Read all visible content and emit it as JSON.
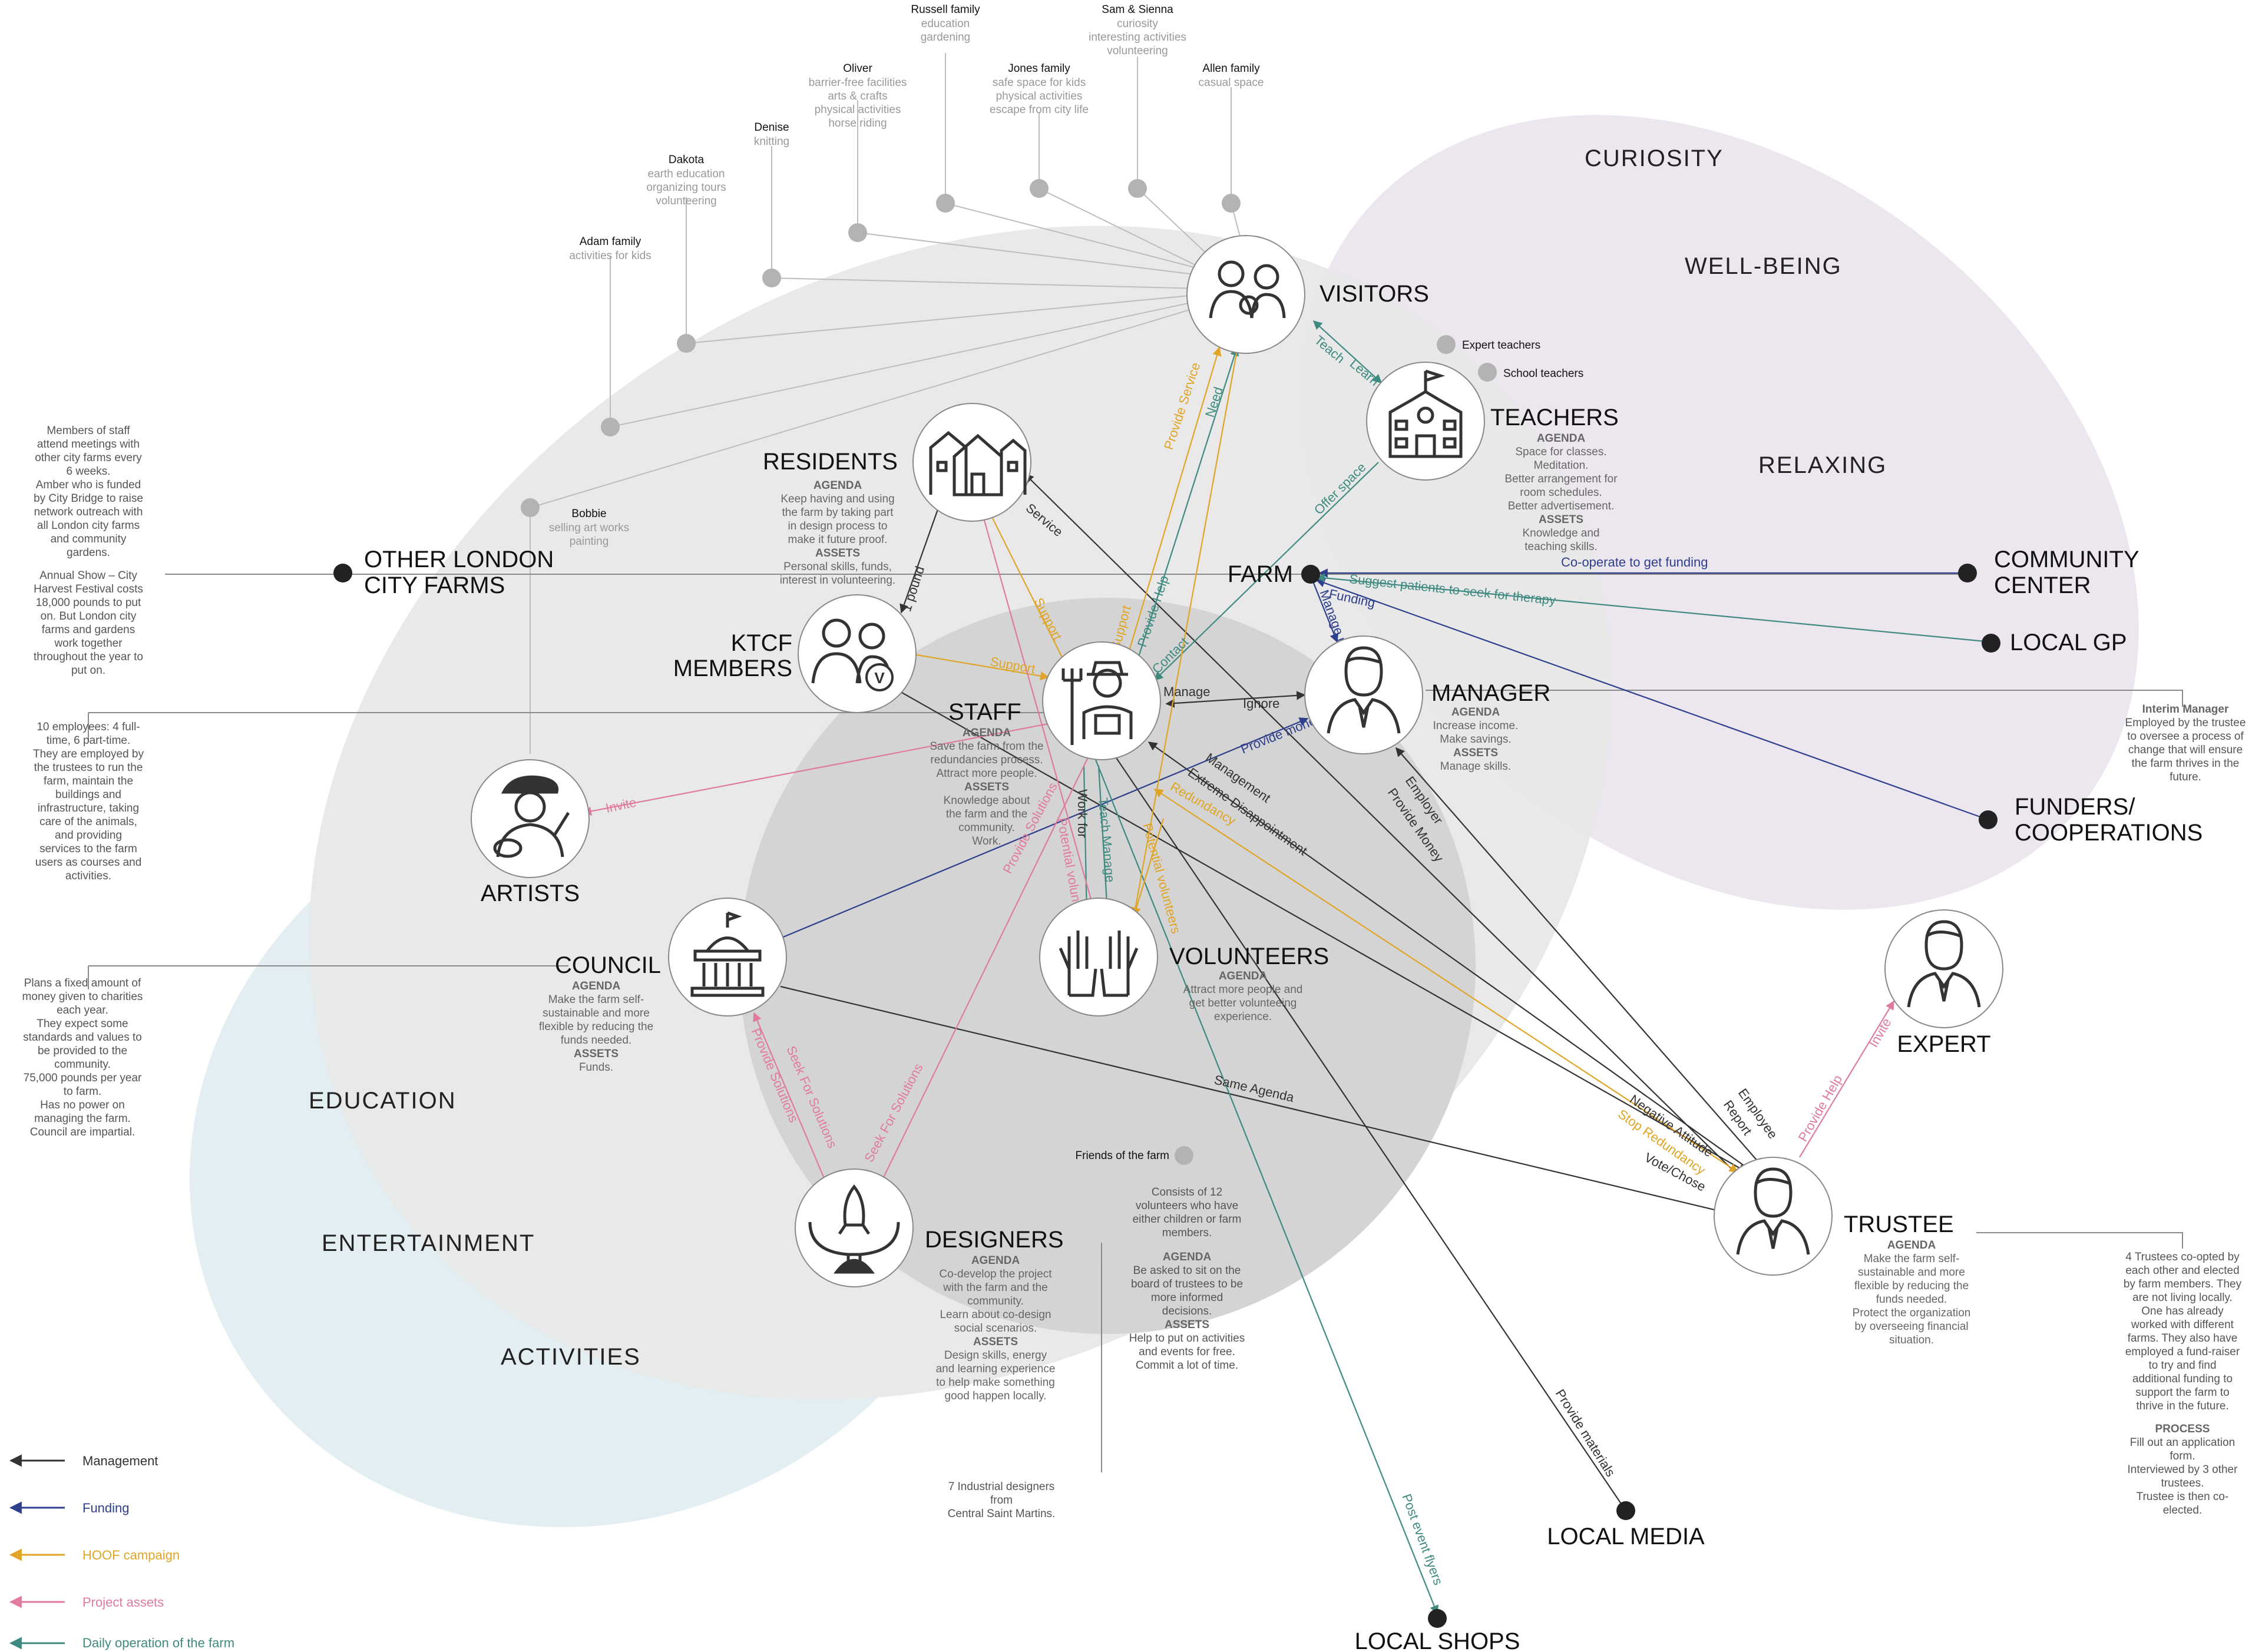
{
  "colors": {
    "management": "#333333",
    "funding": "#2e3f8c",
    "hoof": "#e0a526",
    "project": "#e07a9f",
    "daily": "#3f8a80",
    "zone_visitors": "#e6e6e6",
    "zone_core": "#d2d2d2",
    "zone_purple": "#ece6ef",
    "zone_blue": "#e3eef2"
  },
  "zones": {
    "curiosity": "CURIOSITY",
    "wellbeing": "WELL-BEING",
    "relaxing": "RELAXING",
    "education": "EDUCATION",
    "entertainment": "ENTERTAINMENT",
    "activities": "ACTIVITIES"
  },
  "actors": {
    "visitors": {
      "label": "VISITORS",
      "icon": "family-icon"
    },
    "teachers": {
      "label": "TEACHERS",
      "icon": "school-icon",
      "agenda_head": "AGENDA",
      "agenda": [
        "Space for classes.",
        "Meditation.",
        "Better arrangement for",
        "room schedules.",
        "Better advertisement."
      ],
      "assets_head": "ASSETS",
      "assets": [
        "Knowledge and",
        "teaching skills."
      ]
    },
    "residents": {
      "label": "RESIDENTS",
      "icon": "houses-icon",
      "agenda_head": "AGENDA",
      "agenda": [
        "Keep having and using",
        "the farm by taking part",
        "in design process to",
        "make it future proof."
      ],
      "assets_head": "ASSETS",
      "assets": [
        "Personal skills, funds,",
        "interest in volunteering."
      ]
    },
    "ktcf": {
      "label_1": "KTCF",
      "label_2": "MEMBERS",
      "icon": "members-icon",
      "badge": "V"
    },
    "staff": {
      "label": "STAFF",
      "icon": "farmer-icon",
      "agenda_head": "AGENDA",
      "agenda": [
        "Save the farm from the",
        "redundancies process.",
        "Attract more people."
      ],
      "assets_head": "ASSETS",
      "assets": [
        "Knowledge about",
        "the farm and the",
        "community.",
        "Work."
      ]
    },
    "manager": {
      "label": "MANAGER",
      "icon": "manager-icon",
      "agenda_head": "AGENDA",
      "agenda": [
        "Increase income.",
        "Make savings."
      ],
      "assets_head": "ASSETS",
      "assets": [
        "Manage skills."
      ]
    },
    "artists": {
      "label": "ARTISTS",
      "icon": "artist-icon"
    },
    "council": {
      "label": "COUNCIL",
      "icon": "council-building-icon",
      "agenda_head": "AGENDA",
      "agenda": [
        "Make the farm self-",
        "sustainable and more",
        "flexible by reducing the",
        "funds needed."
      ],
      "assets_head": "ASSETS",
      "assets": [
        "Funds."
      ]
    },
    "volunteers": {
      "label": "VOLUNTEERS",
      "icon": "raised-hands-icon",
      "agenda_head": "AGENDA",
      "agenda": [
        "Attract more people and",
        "get better volunteeing",
        "experience."
      ]
    },
    "designers": {
      "label": "DESIGNERS",
      "icon": "rocket-book-icon",
      "agenda_head": "AGENDA",
      "agenda": [
        "Co-develop the project",
        "with the farm and the",
        "community.",
        "Learn about co-design",
        "social scenarios."
      ],
      "assets_head": "ASSETS",
      "assets": [
        "Design skills, energy",
        "and learning experience",
        "to help make something",
        "good happen locally."
      ]
    },
    "expert": {
      "label": "EXPERT",
      "icon": "expert-icon"
    },
    "trustee": {
      "label": "TRUSTEE",
      "icon": "trustee-icon",
      "agenda_head": "AGENDA",
      "agenda": [
        "Make the farm self-",
        "sustainable and more",
        "flexible by reducing the",
        "funds needed.",
        "Protect the organization",
        "by overseeing financial",
        "situation."
      ]
    }
  },
  "nodes": {
    "farm": "FARM",
    "other_london_1": "OTHER LONDON",
    "other_london_2": "CITY FARMS",
    "community_1": "COMMUNITY",
    "community_2": "CENTER",
    "local_gp": "LOCAL GP",
    "funders_1": "FUNDERS/",
    "funders_2": "COOPERATIONS",
    "local_media": "LOCAL MEDIA",
    "local_shops": "LOCAL SHOPS"
  },
  "personas": [
    {
      "name": "Russell family",
      "desc": [
        "education",
        "gardening"
      ]
    },
    {
      "name": "Sam & Sienna",
      "desc": [
        "curiosity",
        "interesting activities",
        "volunteering"
      ]
    },
    {
      "name": "Oliver",
      "desc": [
        "barrier-free facilities",
        "arts & crafts",
        "physical activities",
        "horse riding"
      ]
    },
    {
      "name": "Jones family",
      "desc": [
        "safe space for kids",
        "physical activities",
        "escape from city life"
      ]
    },
    {
      "name": "Allen family",
      "desc": [
        "casual space"
      ]
    },
    {
      "name": "Denise",
      "desc": [
        "knitting"
      ]
    },
    {
      "name": "Dakota",
      "desc": [
        "earth education",
        "organizing tours",
        "volunteering"
      ]
    },
    {
      "name": "Adam family",
      "desc": [
        "activities for kids"
      ]
    },
    {
      "name": "Bobbie",
      "desc": [
        "selling art works",
        "painting"
      ]
    }
  ],
  "teacher_types": {
    "expert": "Expert teachers",
    "school": "School teachers"
  },
  "friends_of_farm": "Friends of the farm",
  "notes": {
    "other_farms": [
      "Members of staff",
      "attend meetings with",
      "other city farms every",
      "6 weeks.",
      "Amber who is funded",
      "by City Bridge to raise",
      "network outreach with",
      "all London city farms",
      "and community",
      "gardens.",
      "Annual Show – City",
      "Harvest Festival costs",
      "18,000 pounds to put",
      "on. But London city",
      "farms and gardens",
      "work together",
      "throughout the year to",
      "put on."
    ],
    "staff": [
      "10 employees: 4 full-",
      "time, 6 part-time.",
      "They are employed by",
      "the trustees to run the",
      "farm, maintain the",
      "buildings and",
      "infrastructure, taking",
      "care of the animals,",
      "and providing",
      "services to the farm",
      "users as courses and",
      "activities."
    ],
    "council": [
      "Plans a fixed amount of",
      "money given to charities",
      "each year.",
      "They expect some",
      "standards and values to",
      "be provided to the",
      "community.",
      "75,000 pounds per year",
      "to farm.",
      "Has no power on",
      "managing the farm.",
      "Council are impartial."
    ],
    "manager_head": "Interim Manager",
    "manager": [
      "Employed by the trustee",
      "to oversee a process of",
      "change that will ensure",
      "the farm thrives in the",
      "future."
    ],
    "volunteers": [
      "Consists of 12",
      "volunteers who have",
      "either children or farm",
      "members."
    ],
    "volunteers_agenda_head": "AGENDA",
    "volunteers_agenda": [
      "Be asked to sit on  the",
      "board of trustees to be",
      "more informed",
      "decisions."
    ],
    "volunteers_assets_head": "ASSETS",
    "volunteers_assets": [
      "Help to put on activities",
      "and events for free.",
      "Commit a lot of time."
    ],
    "designers": [
      "7 Industrial designers",
      "from",
      "Central Saint Martins."
    ],
    "trustee": [
      "4 Trustees co-opted by",
      "each other and elected",
      "by farm members. They",
      "are not living locally.",
      "One has already",
      "worked with different",
      "farms. They also have",
      "employed a fund-raiser",
      "to try and find",
      "additional funding to",
      "support the farm to",
      "thrive in the future."
    ],
    "trustee_process_head": "PROCESS",
    "trustee_process": [
      "Fill out an application",
      "form.",
      "Interviewed by 3 other",
      "trustees.",
      "Trustee is then co-",
      "elected."
    ]
  },
  "relations": {
    "teach": "Teach",
    "learn": "Learn",
    "need": "Need",
    "provide_service": "Provide Service",
    "offer_space": "Offer space",
    "service": "Service",
    "pound": "1 pound",
    "support_a": "Support",
    "support_b": "Support",
    "support_c": "Support",
    "provide_help": "Provide Help",
    "contact": "Contact",
    "manage_a": "Manage",
    "ignore": "Ignore",
    "funding": "Funding",
    "manage_money": "Manage money",
    "co_operate": "Co-operate to get funding",
    "suggest": "Suggest patients to seek for therapy",
    "provide_money_a": "Provide money",
    "management": "Management",
    "extreme": "Extreme Disappointment",
    "redundancy": "Redundancy",
    "employer": "Employer",
    "provide_money_b": "Provide Money",
    "invite_a": "Invite",
    "work_for": "Work for",
    "teach_manage": "Teach Manage",
    "provide_solutions_a": "Provide Solutions",
    "potential_vol_a": "Potential volunteers",
    "potential_vol_b": "Potential volunteers",
    "seek_a": "Seek For Solutions",
    "provide_solutions_b": "Provide Solutions",
    "seek_b": "Seek For Solutions",
    "same_agenda": "Same Agenda",
    "negative": "Negative Attitude",
    "stop": "Stop Redundancy",
    "vote": "Vote/Chose",
    "employee": "Employee",
    "report": "Report",
    "provide_help_b": "Provide Help",
    "invite_b": "Invite",
    "provide_materials": "Provide materials",
    "post_flyers": "Post event flyers"
  },
  "legend": [
    {
      "label": "Management",
      "color": "#333333"
    },
    {
      "label": "Funding",
      "color": "#2e3f8c"
    },
    {
      "label": "HOOF campaign",
      "color": "#e0a526"
    },
    {
      "label": "Project assets",
      "color": "#e07a9f"
    },
    {
      "label": "Daily operation of the farm",
      "color": "#3f8a80"
    }
  ]
}
